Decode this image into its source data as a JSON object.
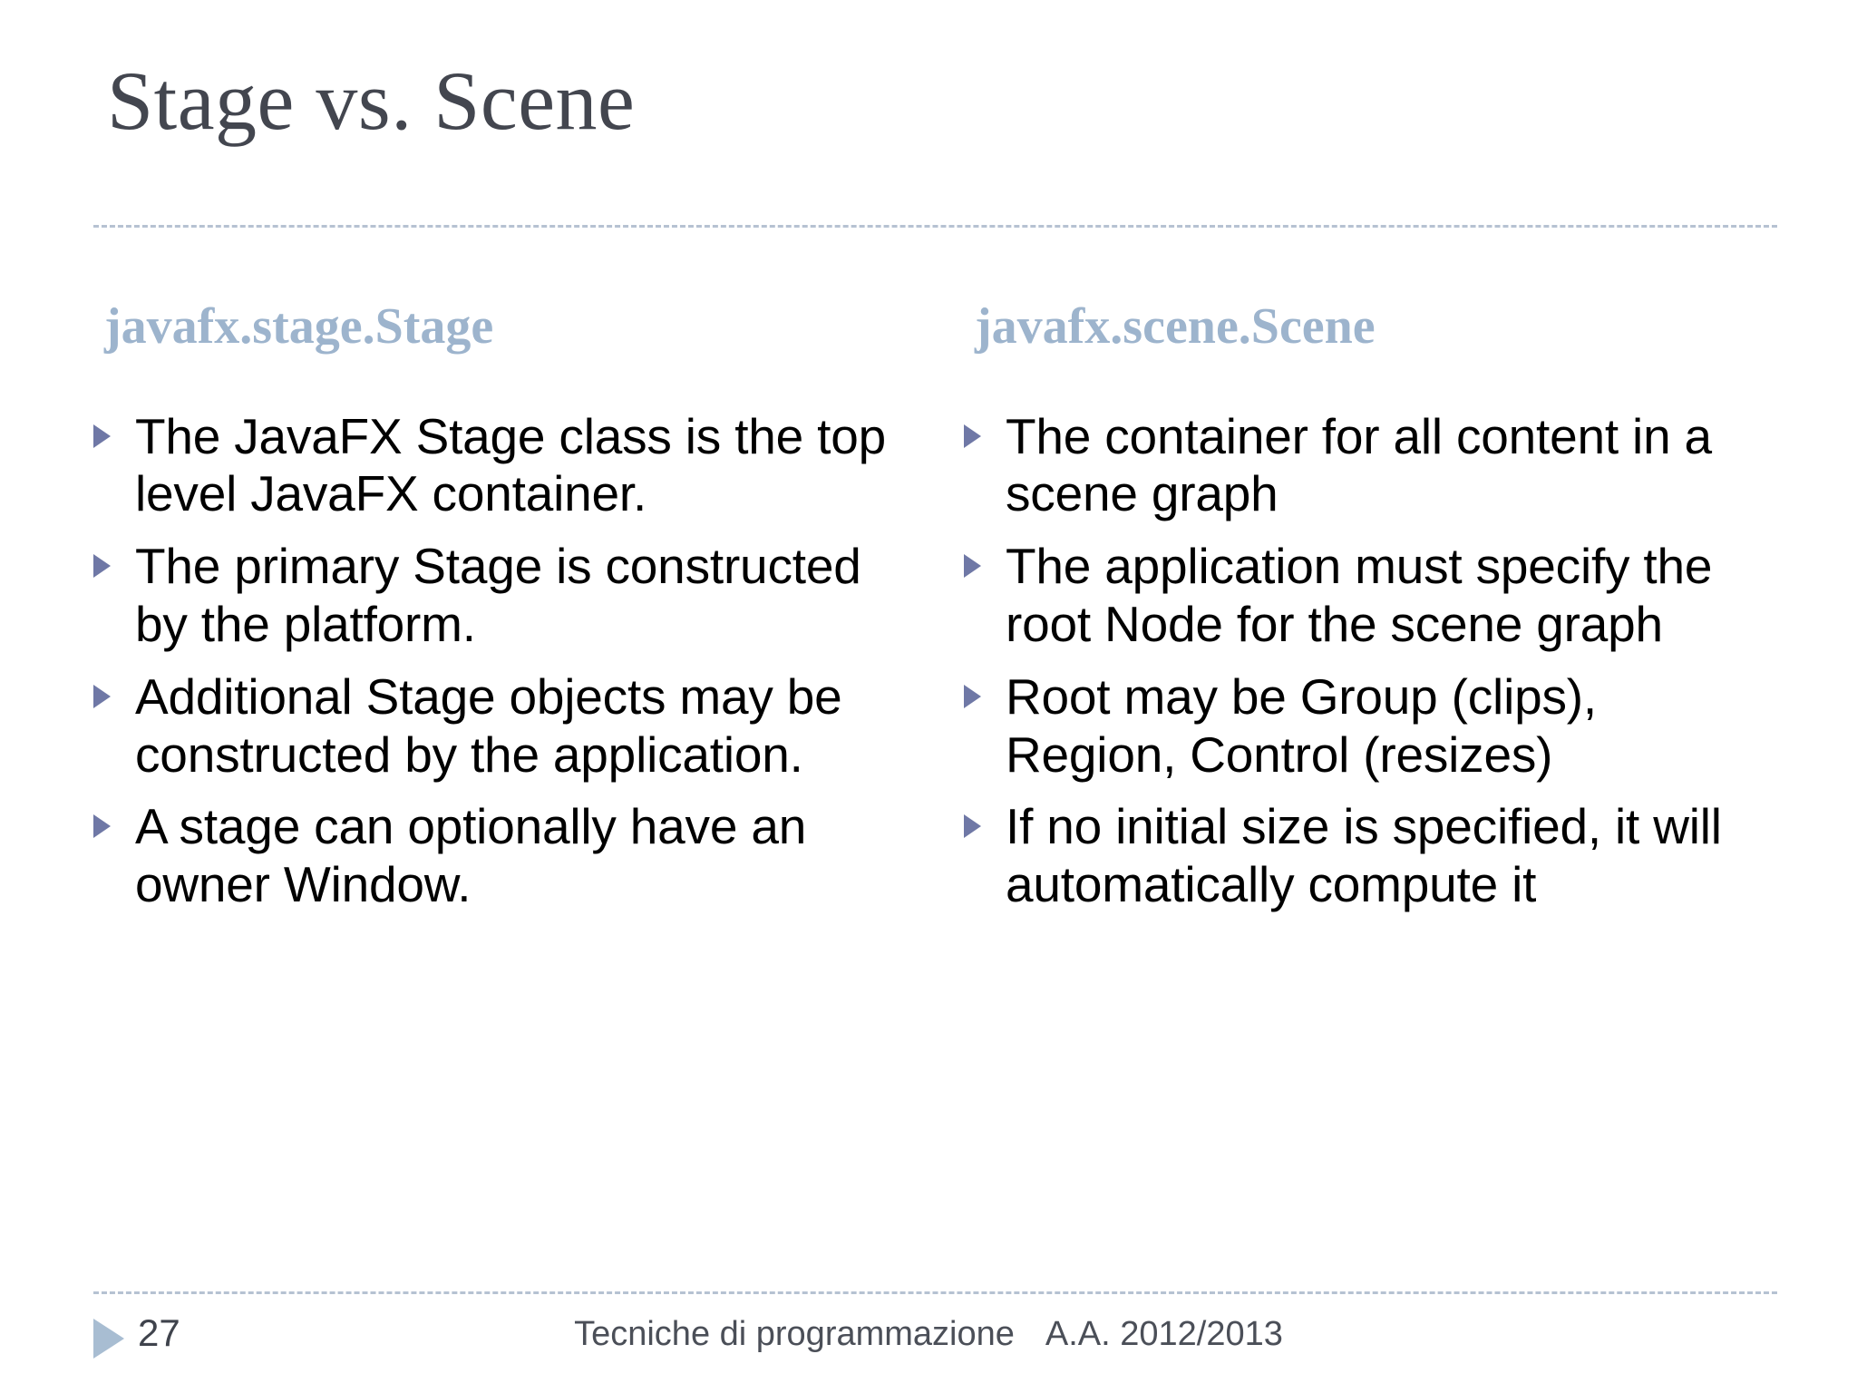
{
  "slide": {
    "title": "Stage vs. Scene",
    "accent_color": "#9db4cd",
    "bullet_color": "#6f78a6",
    "rule_color": "#b6c2d2",
    "title_color": "#43464f"
  },
  "columns": [
    {
      "header": "javafx.stage.Stage",
      "bullets": [
        "The JavaFX Stage class is the top level JavaFX container.",
        "The primary Stage is constructed by the platform.",
        "Additional Stage objects may be constructed by the application.",
        "A stage can optionally have an owner Window."
      ]
    },
    {
      "header": "javafx.scene.Scene",
      "bullets": [
        "The container for all content in a scene graph",
        "The application must specify the root Node for the scene graph",
        "Root may be Group (clips), Region, Control (resizes)",
        "If no initial size is specified, it will automatically compute it"
      ]
    }
  ],
  "footer": {
    "page_number": "27",
    "course": "Tecniche di programmazione",
    "academic_year": "A.A. 2012/2013"
  }
}
